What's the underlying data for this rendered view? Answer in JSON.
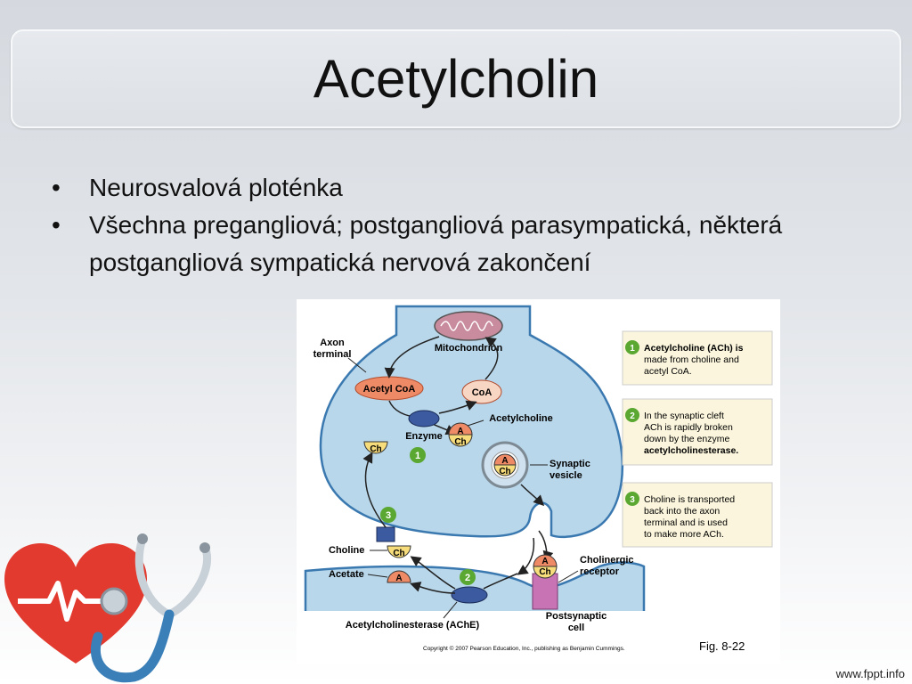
{
  "slide": {
    "title": "Acetylcholin",
    "bullets": [
      "Neurosvalová ploténka",
      "Všechna pregangliová; postgangliová parasympatická, některá postgangliová sympatická nervová zakončení"
    ],
    "bullet_glyph": "•",
    "footer": "www.fppt.info"
  },
  "figure": {
    "axon_terminal": "Axon\nterminal",
    "mitochondrion": "Mitochondrion",
    "acetyl_coa": "Acetyl CoA",
    "coa": "CoA",
    "acetylcholine": "Acetylcholine",
    "enzyme": "Enzyme",
    "synaptic_vesicle": "Synaptic\nvesicle",
    "choline": "Choline",
    "acetate": "Acetate",
    "cholinergic_receptor": "Cholinergic\nreceptor",
    "ache": "Acetylcholinesterase (AChE)",
    "postsynaptic_cell": "Postsynaptic\ncell",
    "copyright": "Copyright © 2007 Pearson Education, Inc., publishing as Benjamin Cummings.",
    "fig_label": "Fig. 8-22",
    "ch": "Ch",
    "a": "A",
    "step_nums": [
      "1",
      "2",
      "3"
    ],
    "steps": [
      {
        "num": "1",
        "lines": [
          "Acetylcholine (ACh) is",
          "made from choline and",
          "acetyl CoA."
        ]
      },
      {
        "num": "2",
        "lines": [
          "In the synaptic cleft",
          "ACh is rapidly broken",
          "down by the enzyme",
          "acetylcholinesterase."
        ]
      },
      {
        "num": "3",
        "lines": [
          "Choline is transported",
          "back into the axon",
          "terminal and is used",
          "to make more ACh."
        ]
      }
    ],
    "colors": {
      "cell": "#b9d7ea",
      "cell_stroke": "#3a78b0",
      "green": "#5aa832",
      "salmon": "#ef8a66",
      "yellow": "#f6dc7a",
      "panel": "#faf5dc",
      "receptor": "#c874b4"
    }
  }
}
